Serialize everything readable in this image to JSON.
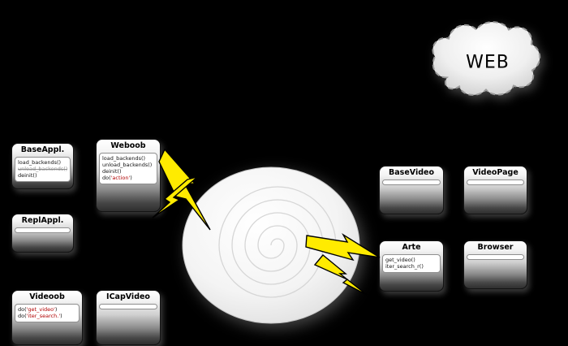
{
  "cloud": {
    "label": "WEB"
  },
  "boxes": [
    {
      "title": "BaseAppl.",
      "methods": [
        {
          "pre": "load_backends()"
        },
        {
          "pre": "unload_backends()",
          "strike": true
        },
        {
          "pre": "deinit()"
        }
      ]
    },
    {
      "title": "Weboob",
      "methods": [
        {
          "pre": "load_backends()"
        },
        {
          "pre": "unload_backends()"
        },
        {
          "pre": "deinit()"
        },
        {
          "pre": "do(",
          "em": "'action'",
          "post": ")"
        }
      ]
    },
    {
      "title": "ReplAppl.",
      "methods": []
    },
    {
      "title": "Videoob",
      "methods": [
        {
          "pre": "do(",
          "em": "'get_video'",
          "post": ")"
        },
        {
          "pre": "do(",
          "em": "'iter_search.'",
          "post": ")"
        }
      ]
    },
    {
      "title": "ICapVideo",
      "methods": []
    },
    {
      "title": "BaseVideo",
      "methods": []
    },
    {
      "title": "VideoPage",
      "methods": []
    },
    {
      "title": "Arte",
      "methods": [
        {
          "pre": "get_video()"
        },
        {
          "pre": "iter_search_r()"
        }
      ]
    },
    {
      "title": "Browser",
      "methods": []
    }
  ],
  "colors": {
    "background": "#000000",
    "string_red": "#b00000",
    "strike_gray": "#8f8f8f",
    "bolt_yellow": "#ffeb00"
  }
}
